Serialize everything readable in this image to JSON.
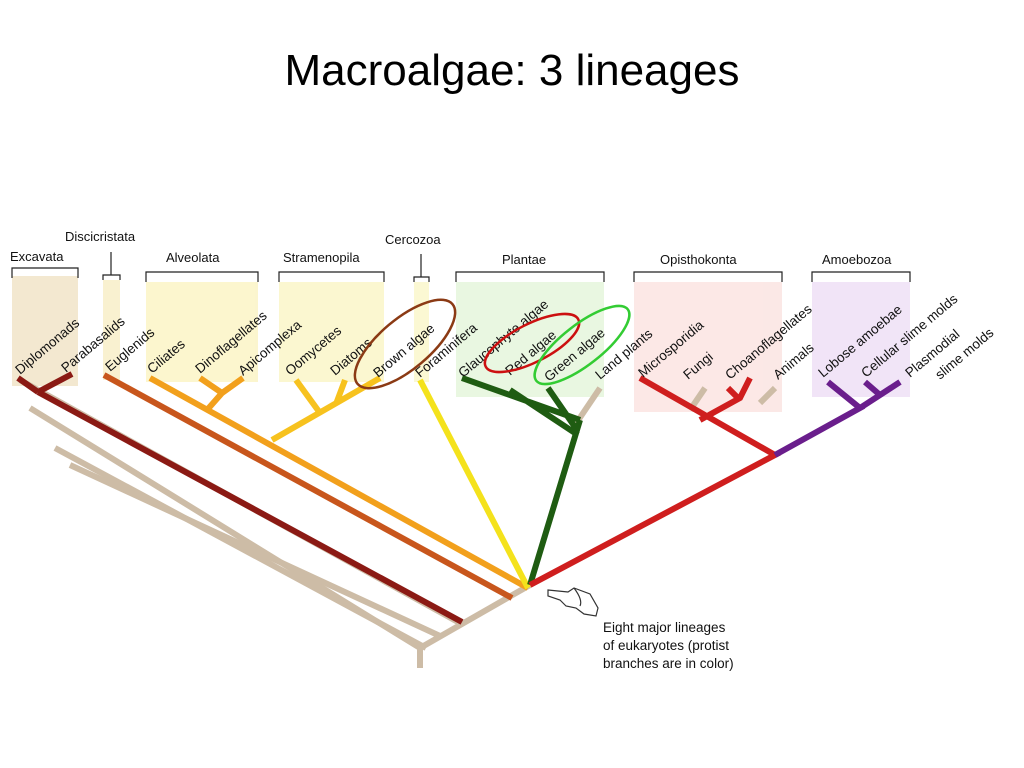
{
  "slide": {
    "title": "Macroalgae: 3 lineages"
  },
  "groups": {
    "excavata": "Excavata",
    "discicristata": "Discicristata",
    "alveolata": "Alveolata",
    "stramenopila": "Stramenopila",
    "cercozoa": "Cercozoa",
    "plantae": "Plantae",
    "opisthokonta": "Opisthokonta",
    "amoebozoa": "Amoebozoa"
  },
  "taxa": {
    "diplomonads": "Diplomonads",
    "parabasalids": "Parabasalids",
    "euglenids": "Euglenids",
    "ciliates": "Ciliates",
    "dinoflagellates": "Dinoflagellates",
    "apicomplexa": "Apicomplexa",
    "oomycetes": "Oomycetes",
    "diatoms": "Diatoms",
    "brown_algae": "Brown algae",
    "foraminifera": "Foraminifera",
    "glaucophyte_algae": "Glaucophyte algae",
    "red_algae": "Red algae",
    "green_algae": "Green algae",
    "land_plants": "Land plants",
    "microsporidia": "Microsporidia",
    "fungi": "Fungi",
    "choanoflagellates": "Choanoflagellates",
    "animals": "Animals",
    "lobose_amoebae": "Lobose amoebae",
    "cellular_slime_molds": "Cellular slime molds",
    "plasmodial_slime_molds_1": "Plasmodial",
    "plasmodial_slime_molds_2": "slime molds"
  },
  "annotation": {
    "line1": "Eight major lineages",
    "line2": "of eukaryotes (protist",
    "line3": "branches are in color)"
  },
  "colors": {
    "excavata": "#8b1a14",
    "discicristata": "#c8561c",
    "alveolata": "#f2a01c",
    "stramenopila": "#f7c21e",
    "cercozoa": "#f4e21c",
    "plantae": "#1f5c12",
    "opisthokonta": "#cf1e1e",
    "amoebozoa": "#6a1e8c",
    "nonprotist": "#cdbca6",
    "brown_circle": "#8b3a14",
    "red_circle": "#cc1010",
    "green_circle": "#33cc33"
  }
}
